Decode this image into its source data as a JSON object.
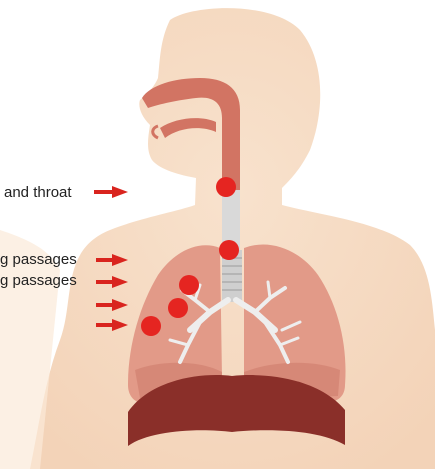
{
  "labels": {
    "nose_throat": "and throat",
    "upper_passages": "g passages",
    "lower_passages": "g passages"
  },
  "colors": {
    "skin": "#f6dcc4",
    "lung": "#e29a88",
    "lung_dark": "#cf7d6d",
    "airway": "#d27463",
    "trachea": "#d8d8d8",
    "diaphragm": "#8a2f29",
    "marker": "#e52521",
    "arrow": "#d9241e"
  }
}
